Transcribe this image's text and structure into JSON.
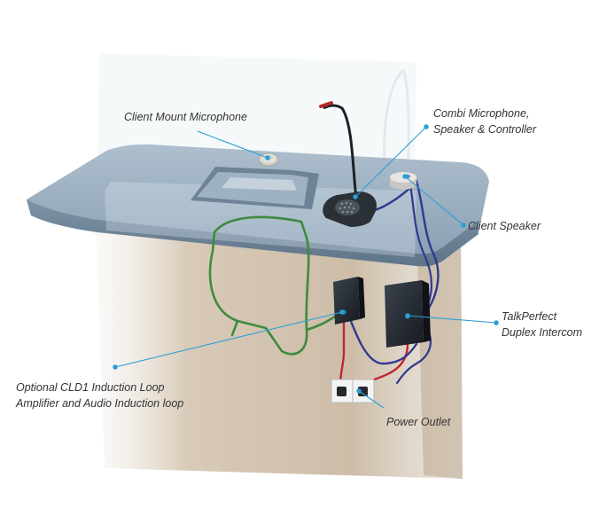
{
  "labels": {
    "client_mount_microphone": [
      "Client Mount Microphone"
    ],
    "combi_microphone": [
      "Combi Microphone,",
      "Speaker & Controller"
    ],
    "client_speaker": [
      "Client Speaker"
    ],
    "talkperfect": [
      "TalkPerfect",
      "Duplex Intercom"
    ],
    "optional_cld1": [
      "Optional CLD1 Induction Loop",
      "Amplifier and Audio Induction loop"
    ],
    "power_outlet": [
      "Power Outlet"
    ]
  },
  "colors": {
    "leader_line": "#2a9fd6",
    "cable_red": "#c0262e",
    "cable_navy": "#2f3a8f",
    "cable_green": "#3f8a3e",
    "counter_top": "#8fa6ba",
    "cabinet": "#d7c8b4",
    "device_body": "#262c33"
  }
}
